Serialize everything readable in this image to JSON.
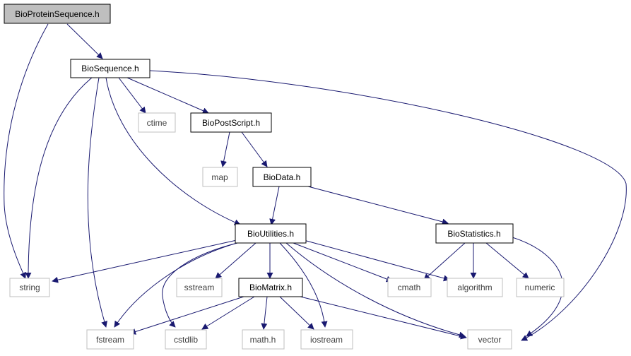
{
  "nodes": {
    "bioproteinsequence": "BioProteinSequence.h",
    "biosequence": "BioSequence.h",
    "ctime": "ctime",
    "biopostscript": "BioPostScript.h",
    "map": "map",
    "biodata": "BioData.h",
    "bioutilities": "BioUtilities.h",
    "biostatistics": "BioStatistics.h",
    "string": "string",
    "sstream": "sstream",
    "biomatrix": "BioMatrix.h",
    "cmath": "cmath",
    "algorithm": "algorithm",
    "numeric": "numeric",
    "fstream": "fstream",
    "cstdlib": "cstdlib",
    "mathh": "math.h",
    "iostream": "iostream",
    "vector": "vector"
  },
  "colors": {
    "edge": "#191970",
    "root_fill": "#bfbfbf",
    "local_border": "#000000",
    "system_border": "#bfbfbf"
  }
}
